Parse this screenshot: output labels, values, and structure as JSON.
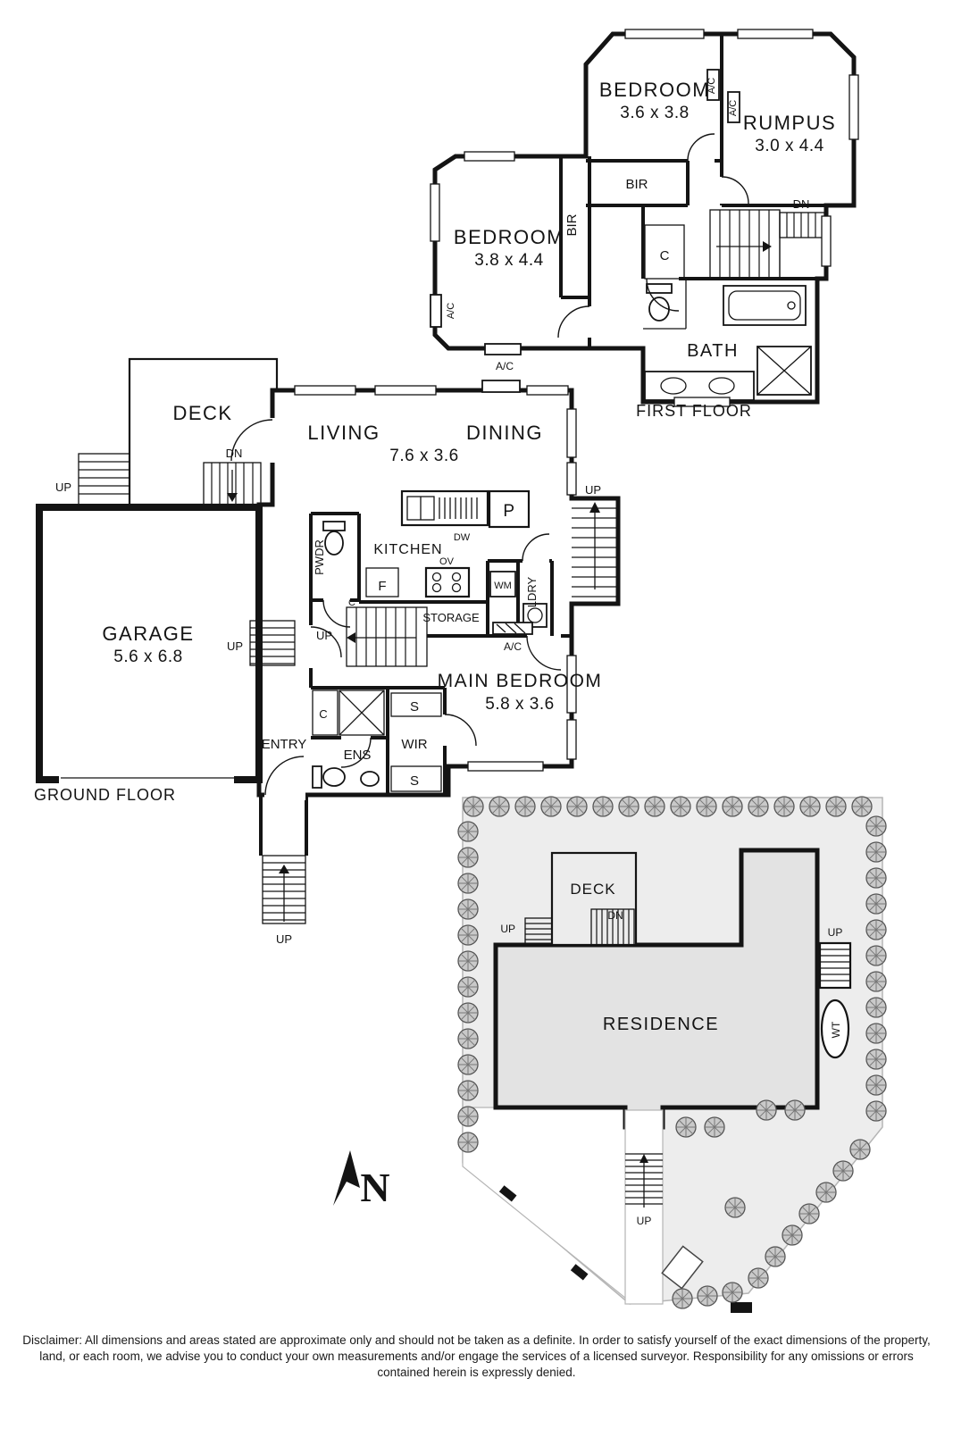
{
  "first_floor": {
    "caption": "FIRST FLOOR",
    "bedroom1": {
      "name": "BEDROOM",
      "dims": "3.6 x 3.8"
    },
    "rumpus": {
      "name": "RUMPUS",
      "dims": "3.0 x 4.4"
    },
    "bedroom2": {
      "name": "BEDROOM",
      "dims": "3.8 x 4.4"
    },
    "bath": "BATH",
    "bir_top": "BIR",
    "bir_side": "BIR",
    "stairs_dn": "DN",
    "cupboard": "C",
    "ac1": "A/C",
    "ac2": "A/C",
    "ac3": "A/C",
    "ac4": "A/C"
  },
  "ground_floor": {
    "caption": "GROUND FLOOR",
    "deck": "DECK",
    "living": "LIVING",
    "dining": "DINING",
    "living_dims": "7.6 x 3.6",
    "kitchen": "KITCHEN",
    "garage": {
      "name": "GARAGE",
      "dims": "5.6 x 6.8"
    },
    "main_bedroom": {
      "name": "MAIN BEDROOM",
      "dims": "5.8 x 3.6"
    },
    "entry": "ENTRY",
    "ens": "ENS",
    "wir": "WIR",
    "pwdr": "PWDR",
    "ldry": "LDRY",
    "storage": "STORAGE",
    "pantry": "P",
    "fridge": "F",
    "dishwasher": "DW",
    "oven": "OV",
    "washing_machine": "WM",
    "ac": "A/C",
    "cupboard_stairs": "C",
    "cupboard_bedroom": "C",
    "shelf_top": "S",
    "shelf_bottom": "S",
    "up_deck": "UP",
    "dn_deck": "DN",
    "up_right_stairs": "UP",
    "up_center_stairs": "UP",
    "up_garage_steps": "UP",
    "up_porch": "UP"
  },
  "site_plan": {
    "deck": "DECK",
    "residence": "RESIDENCE",
    "water_tank": "WT",
    "up_deck": "UP",
    "dn_deck": "DN",
    "up_side": "UP",
    "up_path": "UP"
  },
  "compass": {
    "north": "N"
  },
  "disclaimer": "Disclaimer: All dimensions and areas stated are approximate only and should not be taken as a definite. In order to satisfy yourself of the exact dimensions of the property, land, or each room, we advise you to conduct your own measurements and/or engage the services of a licensed surveyor. Responsibility for any omissions or errors contained herein is expressly denied."
}
